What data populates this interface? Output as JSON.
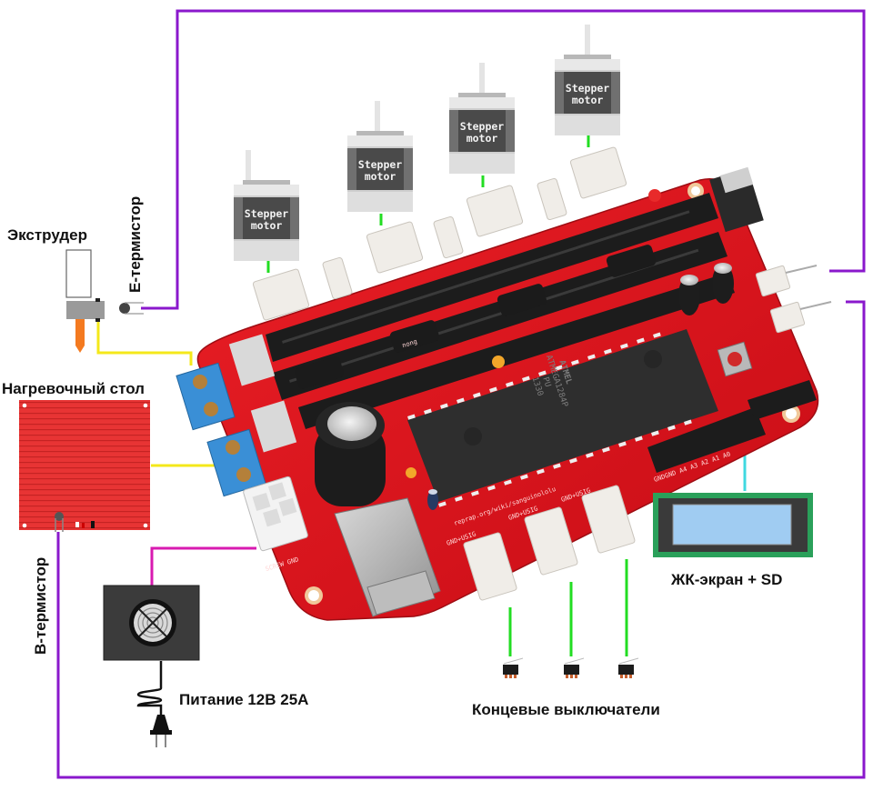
{
  "diagram": {
    "title": "Sanguinololu wiring diagram",
    "labels": {
      "extruder": "Экструдер",
      "e_thermistor": "E-термистор",
      "heated_bed": "Нагревочный стол",
      "b_thermistor": "B-термистор",
      "power_supply": "Питание 12В 25А",
      "endstops": "Концевые выключатели",
      "lcd": "ЖК-экран + SD"
    },
    "motors": [
      {
        "id": "motor-1",
        "line1": "Stepper",
        "line2": "motor"
      },
      {
        "id": "motor-2",
        "line1": "Stepper",
        "line2": "motor"
      },
      {
        "id": "motor-3",
        "line1": "Stepper",
        "line2": "motor"
      },
      {
        "id": "motor-4",
        "line1": "Stepper",
        "line2": "motor"
      }
    ],
    "board": {
      "chip_brand": "ATMEL",
      "chip_model": "ATMEGA1284P",
      "chip_suffix": "PU",
      "chip_date": "1330",
      "silk_endstop_1": "GND+USIG",
      "silk_endstop_2": "GND+USIG",
      "silk_endstop_3": "GND+USIG",
      "silk_url": "reprap.org/wiki/sanguinololu",
      "silk_power": "SCREW GND",
      "silk_pins": "GNDGND A4 A3 A2 A1 A0",
      "cap_brand": "nong"
    },
    "wire_colors": {
      "thermistor": "#8a18cc",
      "heater": "#f4e81a",
      "power": "#d81ab0",
      "motor": "#22dd22",
      "lcd": "#40d8e0"
    },
    "colors": {
      "board_red": "#e0141e",
      "terminal_blue": "#3a8fd6",
      "bed_red": "#e83434",
      "lcd_frame": "#2aa05a",
      "lcd_screen": "#a0ccf2"
    }
  }
}
